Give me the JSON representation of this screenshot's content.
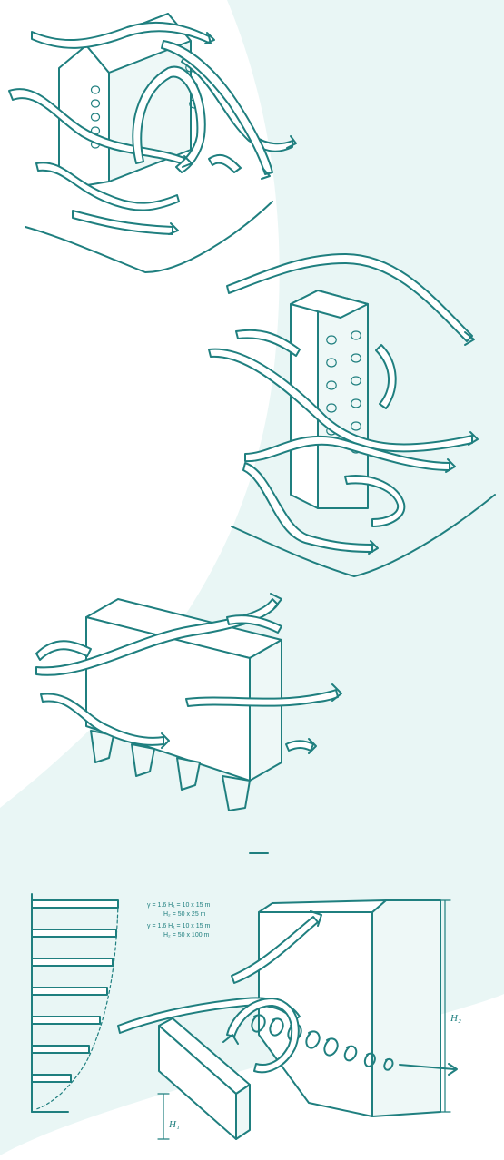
{
  "background": {
    "page_color": "#ffffff",
    "shape_color": "#e9f6f5"
  },
  "ink_color": "#1f7f7f",
  "figures": [
    {
      "id": "square-block-vortices"
    },
    {
      "id": "tall-tower-vortices"
    },
    {
      "id": "slab-on-pilotis"
    },
    {
      "id": "wind-profile-corner-vortex",
      "annotations": [
        "γ = 1.6   H₁ = 10 x 15 m",
        "H₂ = 50 x 25 m",
        "γ = 1.6   H₁ = 10 x 15 m",
        "H₂ = 50 x 100 m"
      ],
      "dimension_labels": {
        "tall": "H₂",
        "low": "H₁"
      }
    }
  ]
}
